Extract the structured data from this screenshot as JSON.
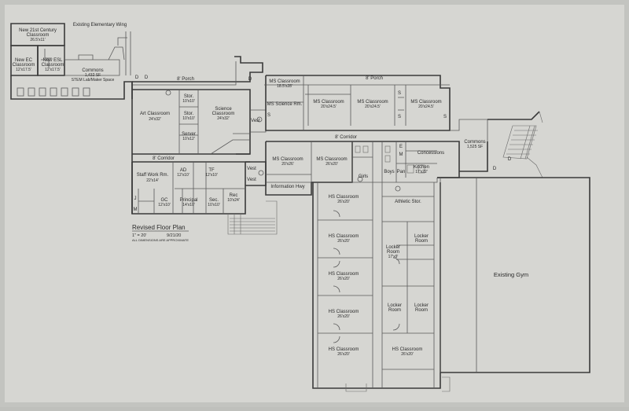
{
  "plan": {
    "title": "Revised Floor Plan",
    "scale": "1\" = 20'",
    "date": "9/21/20",
    "note": "ALL DIMENSIONS ARE APPROXIMATE"
  },
  "labels": {
    "existing_elementary_wing": "Existing Elementary Wing",
    "porch_left": "8' Porch",
    "porch_right": "8' Porch",
    "corridor_top": "8' Corridor",
    "corridor_left": "8' Corridor",
    "existing_gym": "Existing Gym",
    "vest_left": "Vest",
    "vest_mid": "Vest",
    "vest_lower": "Vest",
    "d1": "D",
    "d2": "D",
    "d3": "D",
    "d4": "D",
    "d5": "D",
    "j": "J",
    "m": "M",
    "e": "E",
    "m2": "M",
    "s1": "S",
    "s2": "S",
    "s3": "S",
    "s4": "S",
    "boys": "Boys",
    "girls": "Girls",
    "pan": "Pan"
  },
  "rooms": {
    "new21": {
      "name": "New 21st Century",
      "name2": "Classroom",
      "size": "26.5'x11'"
    },
    "new_ec": {
      "name": "New EC",
      "name2": "Classroom",
      "size": "12'x17.5'"
    },
    "new_esl": {
      "name": "New ESL",
      "name2": "Classroom",
      "size": "12'x17.5'"
    },
    "commons_old": {
      "name": "Commons",
      "size": "1,432 SF",
      "note": "STEM Lab/Maker Space"
    },
    "art": {
      "name": "Art Classroom",
      "size": "24'x32'"
    },
    "stor1": {
      "name": "Stor.",
      "size": "10'x10'"
    },
    "stor2": {
      "name": "Stor.",
      "size": "10'x10'"
    },
    "server": {
      "name": "Server",
      "size": "10'x12'"
    },
    "science": {
      "name": "Science",
      "name2": "Classroom",
      "size": "24'x32'"
    },
    "staff": {
      "name": "Staff Work Rm.",
      "size": "22'x14'"
    },
    "ad": {
      "name": "AD",
      "size": "12'x10'"
    },
    "tf": {
      "name": "TF",
      "size": "12'x10'"
    },
    "gc": {
      "name": "GC",
      "size": "12'x10'"
    },
    "principal": {
      "name": "Principal",
      "size": "14'x10'"
    },
    "sec": {
      "name": "Sec.",
      "size": "10'x10'"
    },
    "rec": {
      "name": "Rec",
      "size": "10'x24'"
    },
    "ms1": {
      "name": "MS Classroom",
      "size": "18.5'x28'"
    },
    "ms_sci": {
      "name": "MS Science Rm."
    },
    "ms2": {
      "name": "MS Classroom",
      "size": "20'x24.5'"
    },
    "ms3": {
      "name": "MS Classroom",
      "size": "20'x24.5'"
    },
    "ms4": {
      "name": "MS Classroom",
      "size": "20'x24.5'"
    },
    "ms5": {
      "name": "MS Classroom",
      "size": "20'x26'"
    },
    "ms6": {
      "name": "MS Classroom",
      "size": "26'x20'"
    },
    "info_hwy": {
      "name": "Information Hwy"
    },
    "concessions": {
      "name": "Concessions"
    },
    "kitchen": {
      "name": "Kitchen",
      "size": "17'x22'"
    },
    "commons_new": {
      "name": "Commons",
      "size": "1,525 SF"
    },
    "hs1": {
      "name": "HS Classroom",
      "size": "26'x20'"
    },
    "hs2": {
      "name": "HS Classroom",
      "size": "26'x20'"
    },
    "hs3": {
      "name": "HS Classroom",
      "size": "26'x20'"
    },
    "hs4": {
      "name": "HS Classroom",
      "size": "26'x20'"
    },
    "hs5": {
      "name": "HS Classroom",
      "size": "26'x20'"
    },
    "hs6": {
      "name": "HS Classroom",
      "size": "26'x20'"
    },
    "athletic": {
      "name": "Athletic Stor."
    },
    "locker1": {
      "name": "Locker",
      "name2": "Room",
      "size": "17'x9'"
    },
    "locker2": {
      "name": "Locker",
      "name2": "Room"
    },
    "locker3": {
      "name": "Locker",
      "name2": "Room"
    },
    "locker4": {
      "name": "Locker",
      "name2": "Room"
    }
  }
}
